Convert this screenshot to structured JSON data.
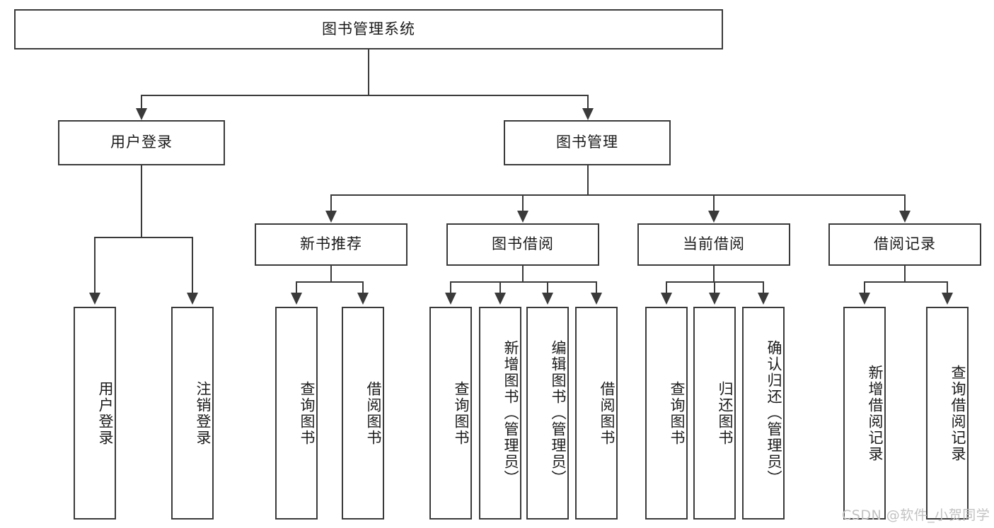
{
  "diagram": {
    "type": "tree-hierarchy-flowchart",
    "title": "图书管理系统",
    "orientation": "top-down",
    "box_style": {
      "border_color": "#3a3a3a",
      "fill_color": "#ffffff",
      "text_color": "#1b1b1b"
    },
    "levels": [
      {
        "level": 1,
        "nodes": [
          {
            "id": "root",
            "label": "图书管理系统",
            "text_direction": "horizontal"
          }
        ]
      },
      {
        "level": 2,
        "nodes": [
          {
            "id": "login",
            "label": "用户登录",
            "text_direction": "horizontal",
            "parent": "root"
          },
          {
            "id": "bookmgmt",
            "label": "图书管理",
            "text_direction": "horizontal",
            "parent": "root"
          }
        ]
      },
      {
        "level": 3,
        "nodes": [
          {
            "id": "newbook",
            "label": "新书推荐",
            "text_direction": "horizontal",
            "parent": "bookmgmt"
          },
          {
            "id": "borrow",
            "label": "图书借阅",
            "text_direction": "horizontal",
            "parent": "bookmgmt"
          },
          {
            "id": "current",
            "label": "当前借阅",
            "text_direction": "horizontal",
            "parent": "bookmgmt"
          },
          {
            "id": "records",
            "label": "借阅记录",
            "text_direction": "horizontal",
            "parent": "bookmgmt"
          }
        ]
      },
      {
        "level": 4,
        "nodes": [
          {
            "id": "leaf1",
            "label": "用户登录",
            "text_direction": "vertical",
            "parent": "login"
          },
          {
            "id": "leaf2",
            "label": "注销登录",
            "text_direction": "vertical",
            "parent": "login"
          },
          {
            "id": "leaf3",
            "label": "查询图书",
            "text_direction": "vertical",
            "parent": "newbook"
          },
          {
            "id": "leaf4",
            "label": "借阅图书",
            "text_direction": "vertical",
            "parent": "newbook"
          },
          {
            "id": "leaf5",
            "label": "查询图书",
            "text_direction": "vertical",
            "parent": "borrow"
          },
          {
            "id": "leaf6",
            "label": "新增图书（管理员）",
            "text_direction": "vertical",
            "parent": "borrow"
          },
          {
            "id": "leaf7",
            "label": "编辑图书（管理员）",
            "text_direction": "vertical",
            "parent": "borrow"
          },
          {
            "id": "leaf8",
            "label": "借阅图书",
            "text_direction": "vertical",
            "parent": "borrow"
          },
          {
            "id": "leaf9",
            "label": "查询图书",
            "text_direction": "vertical",
            "parent": "current"
          },
          {
            "id": "leaf10",
            "label": "归还图书",
            "text_direction": "vertical",
            "parent": "current"
          },
          {
            "id": "leaf11",
            "label": "确认归还（管理员）",
            "text_direction": "vertical",
            "parent": "current"
          },
          {
            "id": "leaf12",
            "label": "新增借阅记录",
            "text_direction": "vertical",
            "parent": "records"
          },
          {
            "id": "leaf13",
            "label": "查询借阅记录",
            "text_direction": "vertical",
            "parent": "records"
          }
        ]
      }
    ]
  },
  "watermark": {
    "text": "CSDN @软件_小贺同学",
    "color": "#c2c2c2"
  }
}
